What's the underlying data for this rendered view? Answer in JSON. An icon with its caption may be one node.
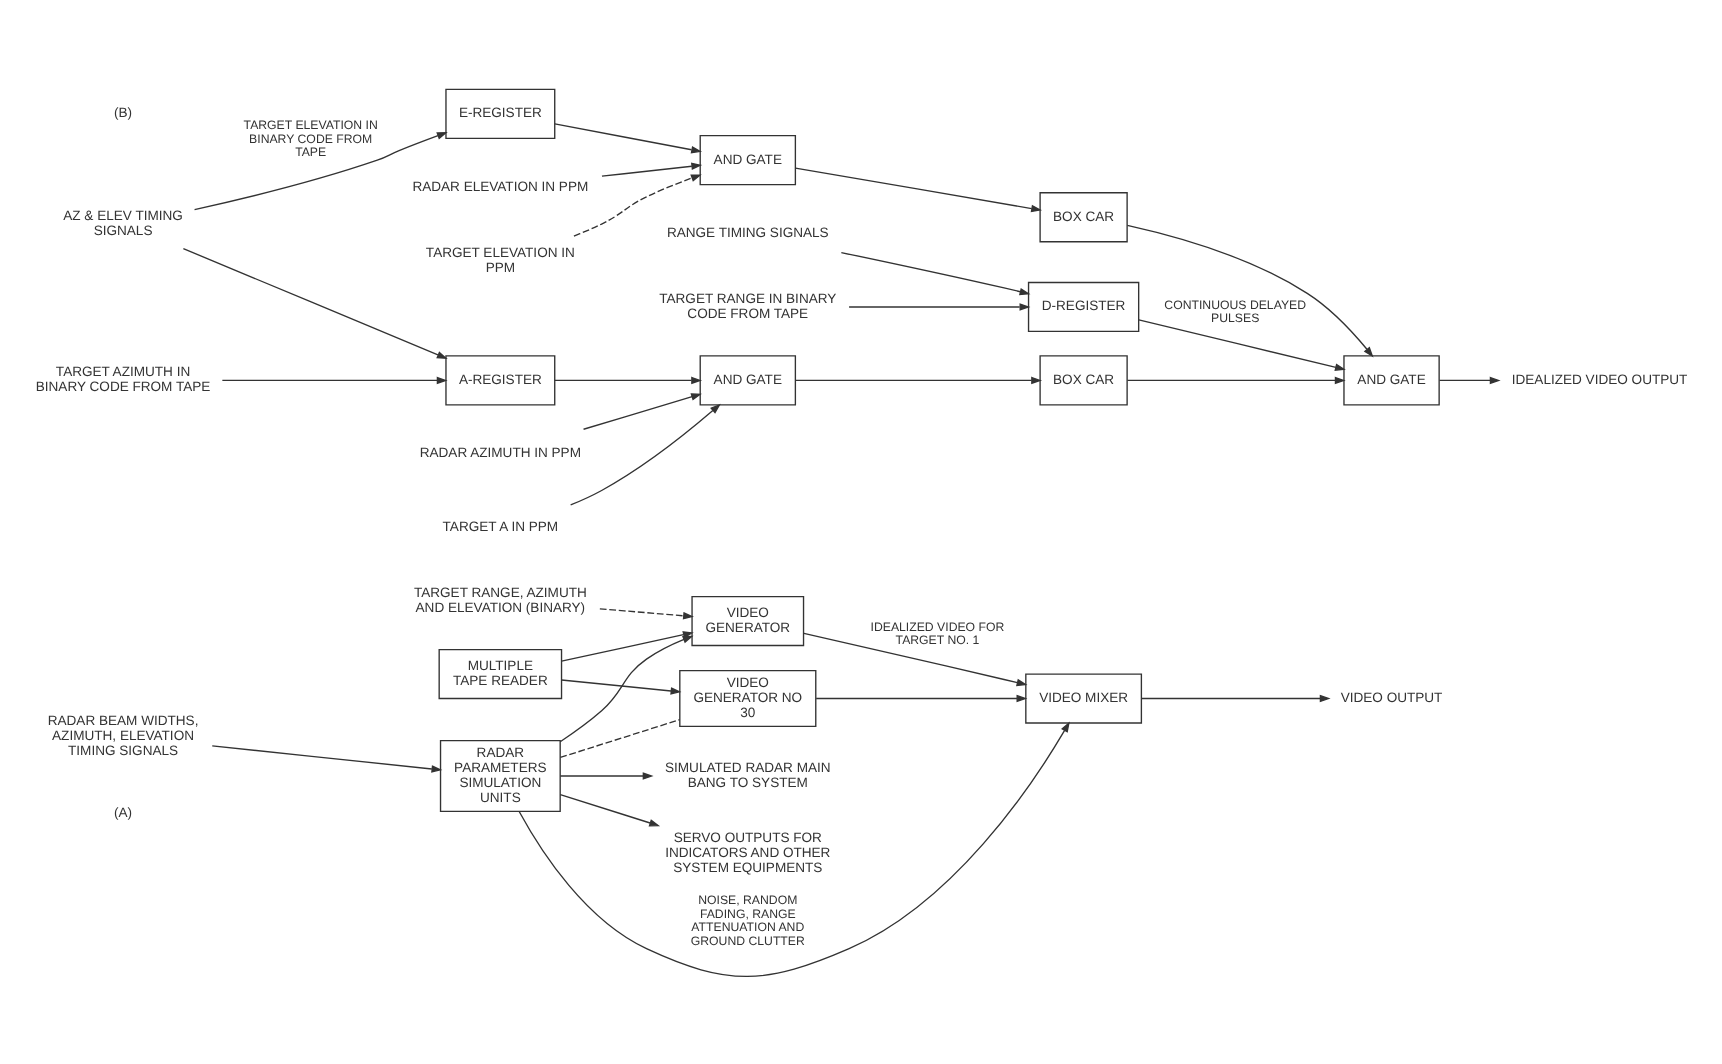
{
  "diagram": {
    "nodes": [
      {
        "text": [
          "TARGET RANGE, AZIMUTH AND ELEVATION (BINARY)"
        ]
      },
      {
        "text": [
          "MULTIPLE TAPE READER"
        ]
      },
      {
        "text": [
          "VIDEO GENERATOR"
        ]
      },
      {
        "text": [
          "VIDEO MIXER"
        ]
      },
      {
        "text": [
          "VIDEO OUTPUT"
        ]
      },
      {
        "text": [
          "VIDEO GENERATOR NO 30"
        ]
      },
      {
        "text": [
          "RADAR BEAM WIDTHS, AZIMUTH, ELEVATION TIMING SIGNALS"
        ]
      },
      {
        "text": [
          "RADAR PARAMETERS SIMULATION UNITS"
        ]
      },
      {
        "text": [
          "SIMULATED RADAR MAIN BANG TO SYSTEM"
        ]
      },
      {
        "text": [
          "SERVO OUTPUTS FOR INDICATORS AND OTHER SYSTEM EQUIPMENTS"
        ]
      },
      {
        "text": [
          "TARGET RANGE IN BINARY CODE FROM TAPE"
        ]
      },
      {
        "text": [
          "D-REGISTER"
        ]
      },
      {
        "text": [
          "RANGE TIMING SIGNALS"
        ]
      },
      {
        "text": [
          "TARGET AZIMUTH IN BINARY CODE FROM TAPE"
        ]
      },
      {
        "text": [
          "AZ & ELEV TIMING SIGNALS"
        ]
      },
      {
        "text": [
          "A-REGISTER"
        ]
      },
      {
        "text": [
          "TARGET A IN PPM"
        ]
      },
      {
        "text": [
          "BOX CAR"
        ]
      },
      {
        "text": [
          "AND GATE"
        ]
      },
      {
        "text": [
          "AND GATE"
        ]
      },
      {
        "text": [
          "IDEALIZED VIDEO OUTPUT"
        ]
      },
      {
        "text": [
          "BOX CAR"
        ]
      },
      {
        "text": [
          "E-REGISTER"
        ]
      },
      {
        "text": [
          "AND GATE"
        ]
      },
      {
        "text": [
          "RADAR ELEVATION IN PPM"
        ]
      },
      {
        "text": [
          "TARGET ELEVATION IN PPM"
        ]
      },
      {
        "text": [
          "RADAR AZIMUTH IN PPM"
        ]
      }
    ],
    "edges": [
      {
        "from": 0,
        "to": 2,
        "arrow": "to",
        "style": "dashed"
      },
      {
        "from": 1,
        "to": 2,
        "arrow": "to"
      },
      {
        "from": 1,
        "to": 5,
        "arrow": "to"
      },
      {
        "from": 2,
        "to": 3,
        "arrow": "to",
        "label": "IDEALIZED VIDEO FOR TARGET NO. 1"
      },
      {
        "from": 5,
        "to": 3,
        "arrow": "to"
      },
      {
        "from": 3,
        "to": 4,
        "arrow": "to"
      },
      {
        "from": 6,
        "to": 7,
        "arrow": "to"
      },
      {
        "from": 7,
        "to": 2,
        "arrow": "to"
      },
      {
        "from": 7,
        "to": 5,
        "arrow": "none",
        "style": "dashed"
      },
      {
        "from": 7,
        "to": 3,
        "arrow": "to",
        "label": "NOISE, RANDOM FADING, RANGE ATTENUATION AND GROUND CLUTTER"
      },
      {
        "from": 7,
        "to": 8,
        "arrow": "to"
      },
      {
        "from": 7,
        "to": 9,
        "arrow": "to"
      },
      {
        "from": 10,
        "to": 11,
        "arrow": "to"
      },
      {
        "from": 12,
        "to": 11,
        "arrow": "to"
      },
      {
        "from": 11,
        "to": 18,
        "arrow": "to",
        "label": "CONTINUOUS DELAYED PULSES"
      },
      {
        "from": 13,
        "to": 15,
        "arrow": "to"
      },
      {
        "from": 14,
        "to": 15,
        "arrow": "to"
      },
      {
        "from": 14,
        "to": 22,
        "arrow": "to",
        "label": "TARGET ELEVATION IN BINARY CODE FROM TAPE"
      },
      {
        "from": 15,
        "to": 19,
        "arrow": "to"
      },
      {
        "from": 16,
        "to": 19,
        "arrow": "to"
      },
      {
        "from": 19,
        "to": 17,
        "arrow": "to"
      },
      {
        "from": 17,
        "to": 18,
        "arrow": "to"
      },
      {
        "from": 21,
        "to": 18,
        "arrow": "to"
      },
      {
        "from": 18,
        "to": 20,
        "arrow": "to"
      },
      {
        "from": 22,
        "to": 23,
        "arrow": "to"
      },
      {
        "from": 23,
        "to": 21,
        "arrow": "to"
      },
      {
        "from": 24,
        "to": 23,
        "arrow": "to"
      },
      {
        "from": 25,
        "to": 23,
        "arrow": "to",
        "style": "dashed"
      },
      {
        "from": 26,
        "to": 19,
        "arrow": "to"
      }
    ],
    "labels": [
      "(A)",
      "(B)"
    ]
  }
}
